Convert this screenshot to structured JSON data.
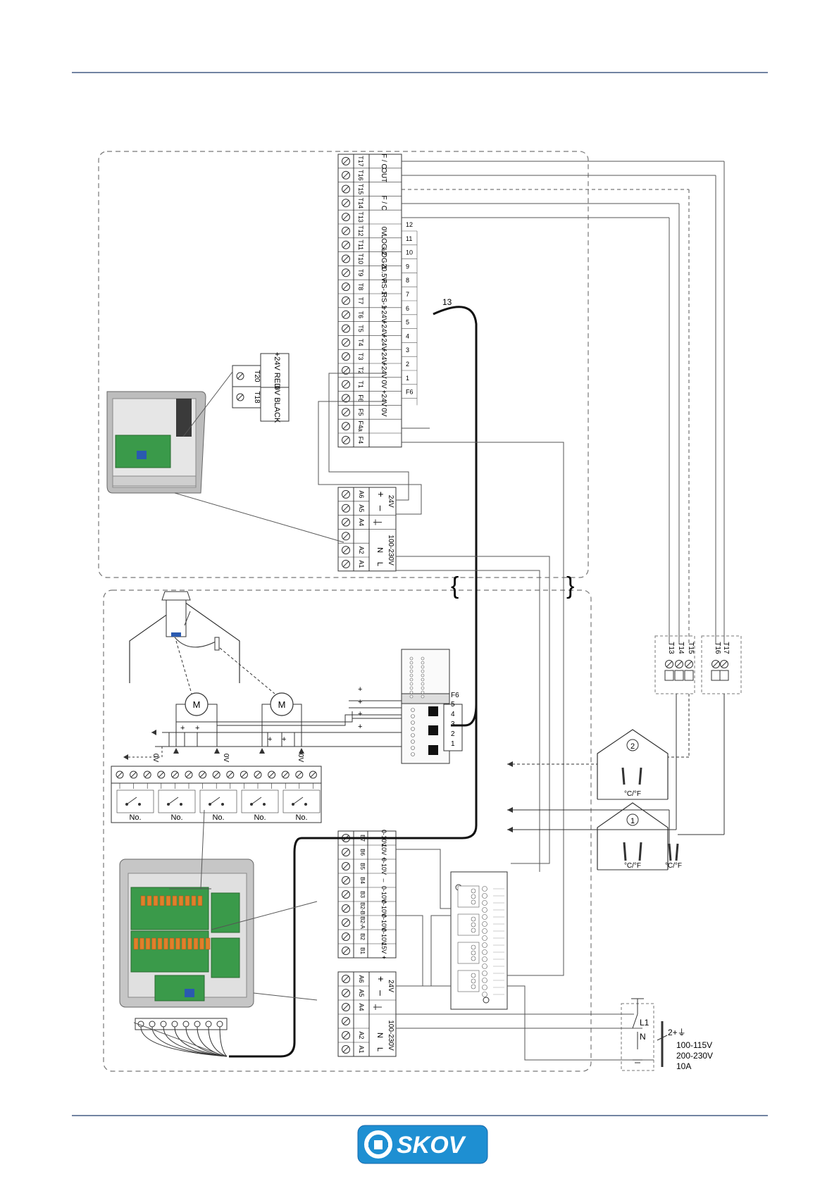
{
  "brand": {
    "name": "SKOV",
    "color": "#1e8fd2"
  },
  "colors": {
    "rule": "#1f3a6b",
    "line": "#333333",
    "thin": "#555555",
    "dash": "#777777"
  },
  "terminal_top": {
    "ids": [
      "T17",
      "T16",
      "T15",
      "T14",
      "T13",
      "T12",
      "T11",
      "T10",
      "T9",
      "T8",
      "T7",
      "T6",
      "T5",
      "T4",
      "T3",
      "T2",
      "T1",
      "F6",
      "F5",
      "F4a",
      "F4"
    ],
    "labels": [
      "F / C",
      "OUT",
      "",
      "F / C",
      "",
      "0V",
      "LOG-2",
      "LOG-1",
      "20.5V",
      "RS-1",
      "RS-1",
      "+24V",
      "+24V",
      "+24V",
      "+24V",
      "+24V",
      "0V",
      "+24V",
      "0V",
      "",
      ""
    ],
    "wire_numbers": [
      "12",
      "11",
      "10",
      "9",
      "8",
      "7",
      "6",
      "5",
      "4",
      "3",
      "2",
      "1",
      "F6"
    ]
  },
  "cable_label": "13",
  "t18_t20": {
    "ids": [
      "T20",
      "T18"
    ],
    "labels": [
      "+24V RED",
      "0V BLACK"
    ]
  },
  "power_upper": {
    "ids": [
      "A6",
      "A5",
      "A4",
      "A2",
      "A1"
    ],
    "labels": [
      "+",
      "–",
      "24V",
      "N",
      "L",
      "100-230V"
    ]
  },
  "power_lower": {
    "ids": [
      "A6",
      "A5",
      "A4",
      "A2",
      "A1"
    ],
    "labels": [
      "+",
      "–",
      "24V",
      "N",
      "L",
      "100-230V"
    ]
  },
  "analog_block": {
    "ids": [
      "B7",
      "B6",
      "B5",
      "B4",
      "B3",
      "B2-B",
      "B2-A",
      "B2",
      "B1"
    ],
    "labels": [
      "0-10V",
      "10V +",
      "0-10V",
      "–",
      "0-10V",
      "0-10V",
      "0-10V",
      "0-10V",
      "15V +"
    ]
  },
  "relay_block": {
    "labels": [
      "No.",
      "No.",
      "No.",
      "No.",
      "No."
    ],
    "zero_v": [
      "0V",
      "0V",
      "0V"
    ]
  },
  "motor_label": "M",
  "fuse_block_labels": [
    "F6",
    "5",
    "4",
    "3",
    "2",
    "1"
  ],
  "sensor_terms": {
    "group1": [
      "T13",
      "T14",
      "T15"
    ],
    "group2": [
      "T16",
      "T17"
    ]
  },
  "house_numbers": [
    "2",
    "1"
  ],
  "temp_unit": "°C/°F",
  "mains": {
    "l1": "L1",
    "n": "N",
    "earth_note": "2+⏚",
    "voltages": [
      "100-115V",
      "200-230V",
      "10A"
    ]
  }
}
